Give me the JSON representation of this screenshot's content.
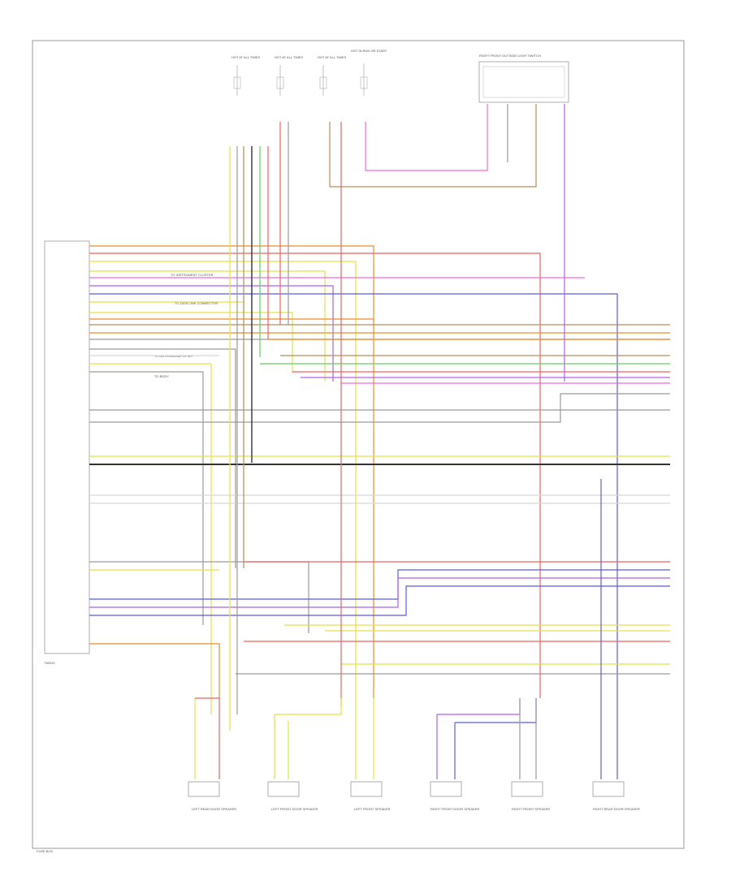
{
  "diagram": {
    "module_label": "RADIO",
    "footer_label": "FUSE BOX",
    "colors": {
      "yellow": "#e8e046",
      "red": "#f06060",
      "orange": "#f08a2a",
      "blue": "#5a5ae8",
      "violet": "#b060e0",
      "pink": "#f06ad8",
      "green": "#60d060",
      "black": "#333333",
      "gray": "#9a9a9a",
      "brown": "#b0905a",
      "white": "#d8d8d8"
    },
    "speakers": [
      {
        "id": "lrd",
        "label": "LEFT REAR DOOR SPEAKER"
      },
      {
        "id": "lfd",
        "label": "LEFT FRONT DOOR SPEAKER"
      },
      {
        "id": "lfs",
        "label": "LEFT FRONT SPEAKER"
      },
      {
        "id": "rfd",
        "label": "RIGHT FRONT DOOR SPEAKER"
      },
      {
        "id": "rfs",
        "label": "RIGHT FRONT SPEAKER"
      },
      {
        "id": "rrd",
        "label": "RIGHT REAR DOOR SPEAKER"
      }
    ],
    "top_fuses": [
      {
        "label": "HOT AT ALL TIMES"
      },
      {
        "label": "HOT AT ALL TIMES"
      },
      {
        "label": "HOT AT ALL TIMES"
      },
      {
        "label": "HOT IN RUN OR START"
      }
    ],
    "switch_label": "RIGHT FRONT OUTSIDE LIGHT SWITCH",
    "notes": [
      {
        "label": "TO INSTRUMENT CLUSTER"
      },
      {
        "label": "TO DATA LINK CONNECTOR"
      },
      {
        "label": "TO ANTENNA AMPLIFIER"
      },
      {
        "label": "TO BODY"
      }
    ]
  }
}
